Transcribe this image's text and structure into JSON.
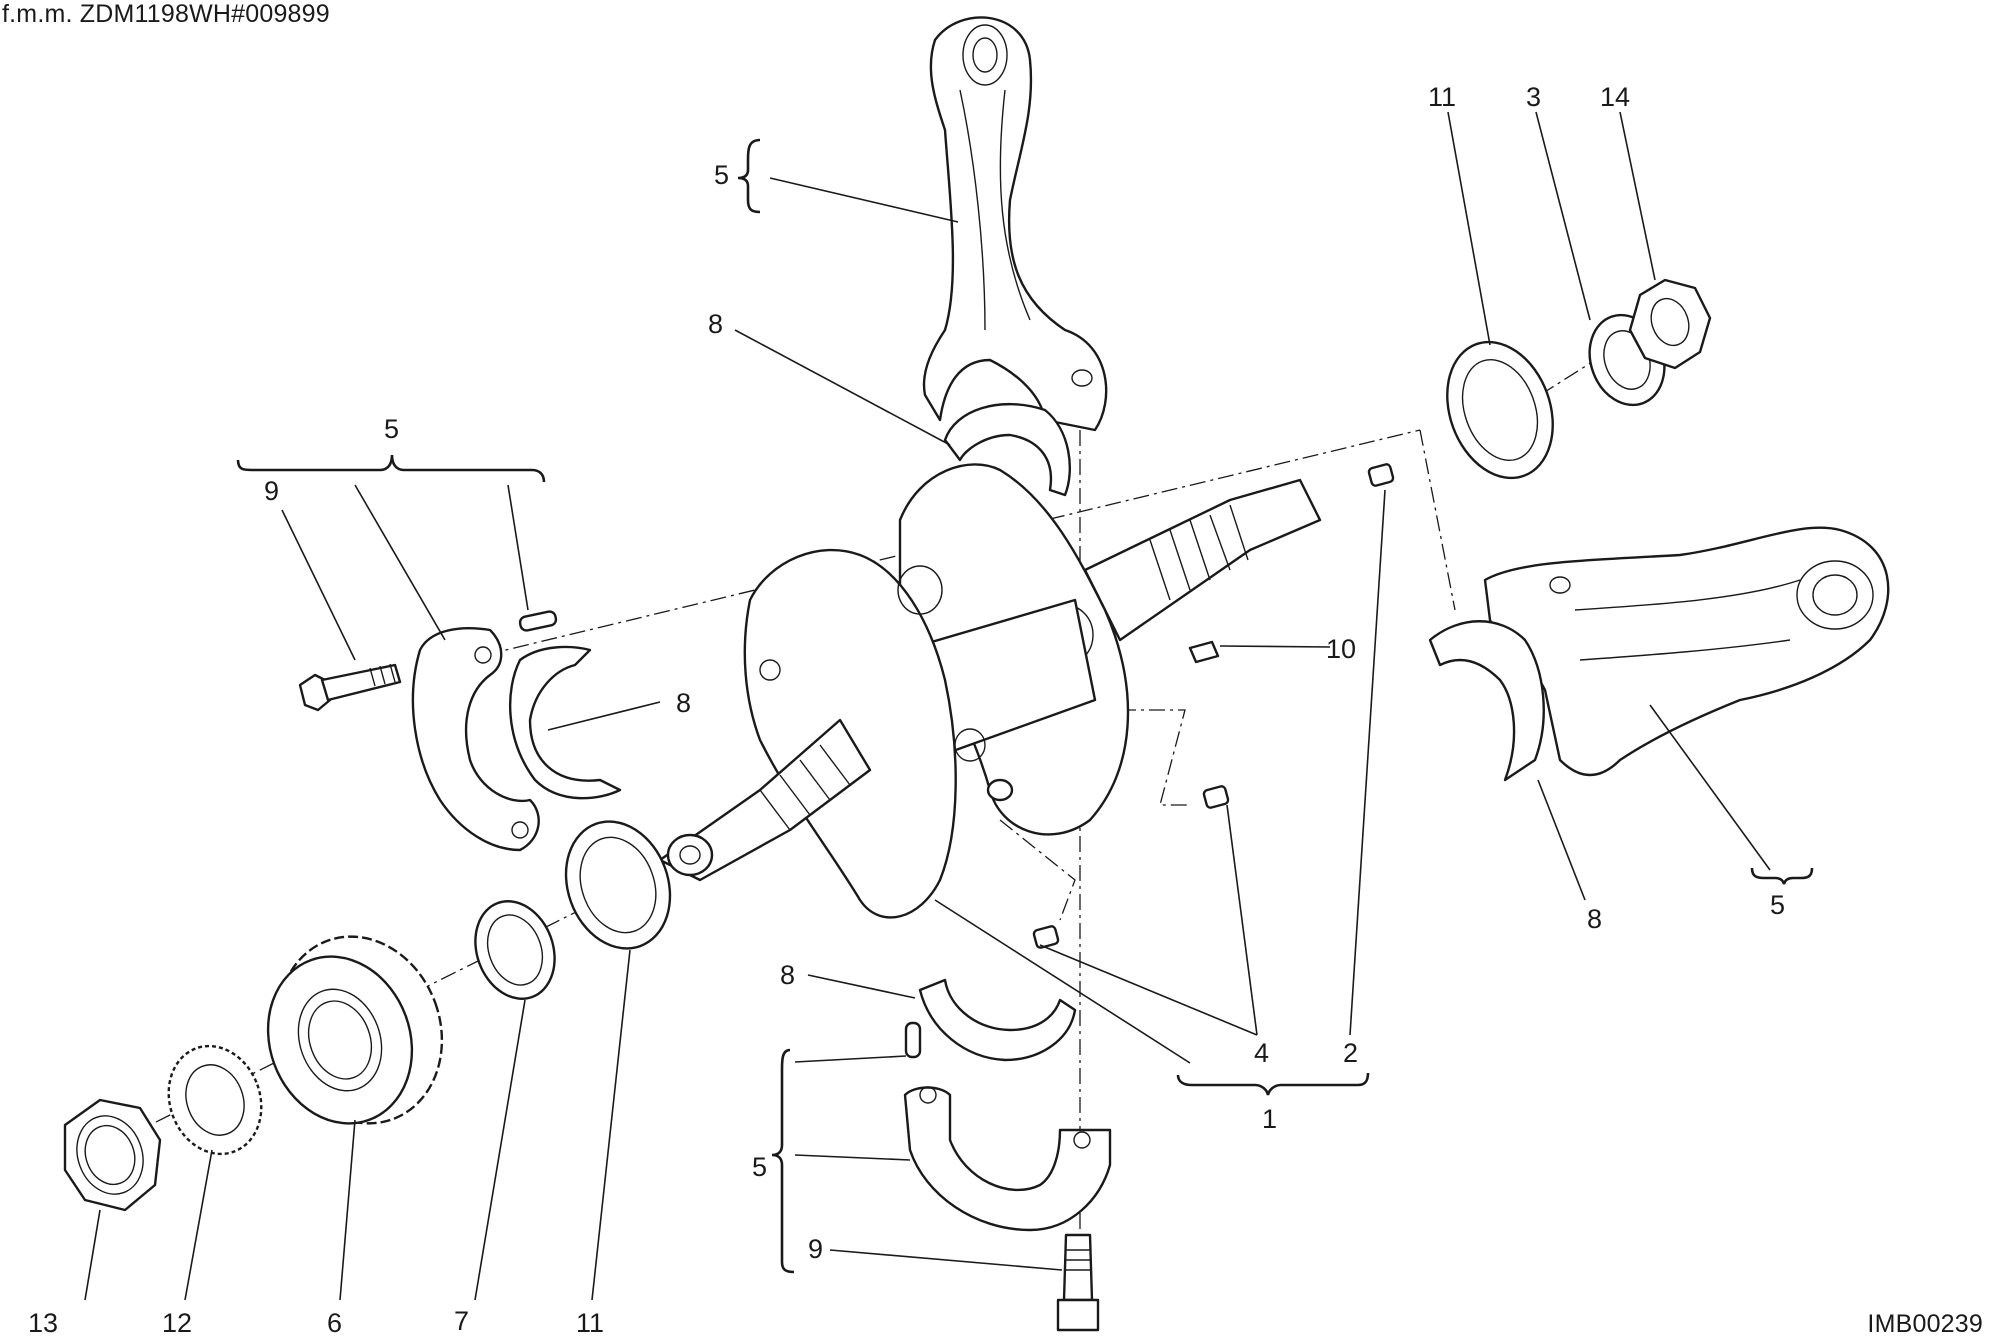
{
  "header": {
    "frame_code": "f.m.m. ZDM1198WH#009899"
  },
  "footer": {
    "image_code": "IMB00239"
  },
  "callouts": {
    "c5_top": "5",
    "c8_top": "8",
    "c11_top": "11",
    "c3": "3",
    "c14": "14",
    "c5_left": "5",
    "c9_left": "9",
    "c8_left": "8",
    "c10": "10",
    "c8_right": "8",
    "c5_right": "5",
    "c8_bottom": "8",
    "c5_bottom": "5",
    "c9_bottom": "9",
    "c4": "4",
    "c2": "2",
    "c1": "1",
    "c13": "13",
    "c12": "12",
    "c6": "6",
    "c7": "7",
    "c11_bottom": "11"
  },
  "icons": [
    "connecting-rod",
    "crankshaft",
    "gear",
    "nut",
    "washer",
    "bearing-shell",
    "bolt",
    "dowel-pin",
    "plug",
    "key"
  ]
}
